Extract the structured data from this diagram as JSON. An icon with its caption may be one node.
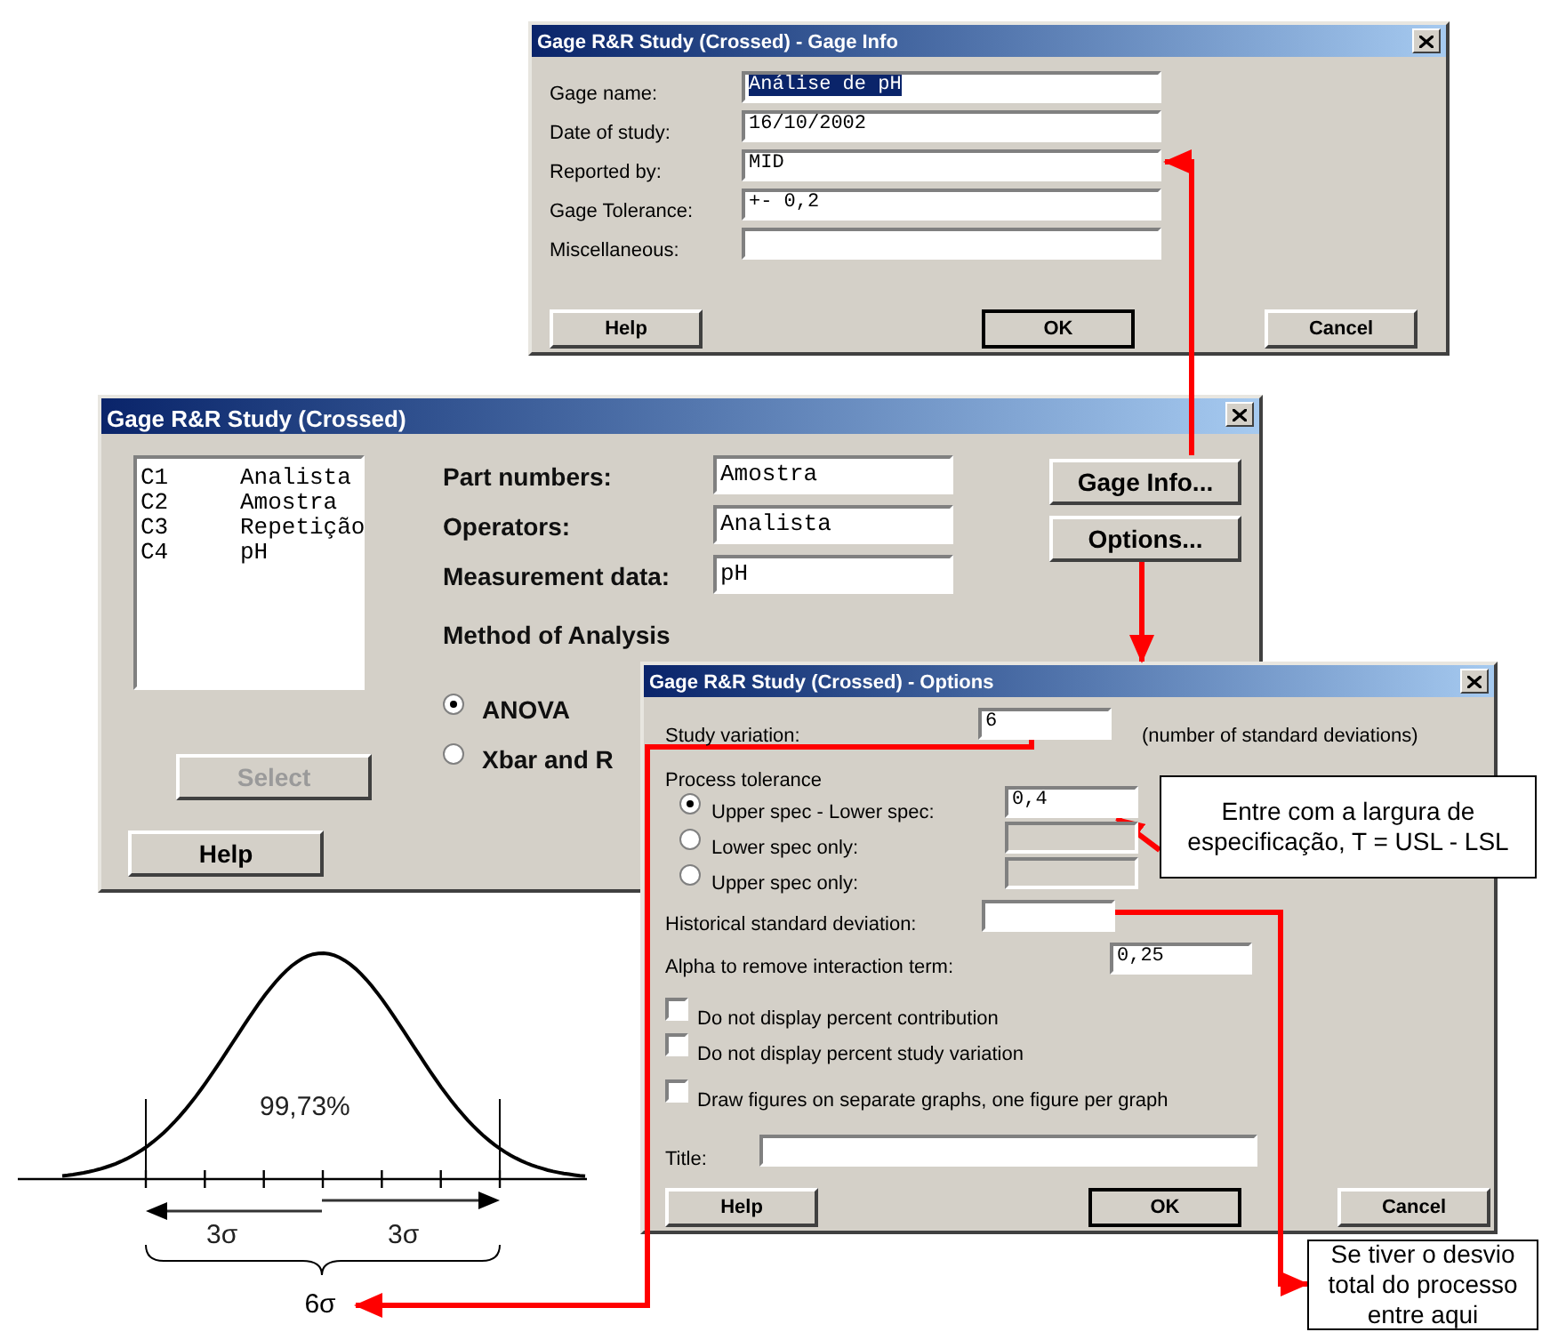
{
  "diagram": {
    "nodes": [
      {
        "text": [
          "Gage R&R Study (Crossed) - Gage Info",
          "Gage name:",
          "Date of study:",
          "Reported by:",
          "Gage Tolerance:",
          "Miscellaneous:"
        ]
      },
      {
        "text": [
          "Análise de pH"
        ],
        "in": 0
      },
      {
        "text": [
          "16/10/2002"
        ],
        "in": 0
      },
      {
        "text": [
          "MID"
        ],
        "in": 0
      },
      {
        "text": [
          "+- 0,2"
        ],
        "in": 0
      },
      {
        "text": [],
        "shape": "box",
        "in": 0
      },
      {
        "text": [
          "Help"
        ],
        "in": 0
      },
      {
        "text": [
          "OK"
        ],
        "in": 0
      },
      {
        "text": [
          "Cancel"
        ],
        "in": 0
      },
      {
        "text": [
          "Gage R&R Study (Crossed)",
          "Part numbers:",
          "Operators:",
          "Measurement data:",
          "Method of Analysis",
          "ANOVA",
          "Xbar and R"
        ]
      },
      {
        "text": [
          "C1",
          "Analista",
          "C2",
          "Amostra",
          "C3",
          "Repetição",
          "C4",
          "pH"
        ],
        "in": 9
      },
      {
        "text": [
          "Amostra"
        ],
        "in": 9
      },
      {
        "text": [
          "Analista"
        ],
        "in": 9
      },
      {
        "text": [
          "pH"
        ],
        "in": 9
      },
      {
        "text": [
          "Gage Info..."
        ],
        "in": 9
      },
      {
        "text": [
          "Options..."
        ],
        "in": 9
      },
      {
        "text": [
          "Select"
        ],
        "in": 9
      },
      {
        "text": [
          "Help"
        ],
        "in": 9
      },
      {
        "text": [
          "Gage R&R Study (Crossed) - Options",
          "Study variation:",
          "(number of standard deviations)",
          "Process tolerance",
          "Upper spec - Lower spec:",
          "Lower spec only:",
          "Upper spec only:",
          "Historical standard deviation:",
          "Alpha to remove interaction term:",
          "Do not display percent contribution",
          "Do not display percent study variation",
          "Draw figures on separate graphs, one figure per graph",
          "Title:"
        ]
      },
      {
        "text": [
          "6"
        ]
      },
      {
        "text": [
          "0,4"
        ]
      },
      {
        "text": [],
        "shape": "box"
      },
      {
        "text": [],
        "shape": "box"
      },
      {
        "text": [],
        "shape": "box",
        "in": 18
      },
      {
        "text": [
          "0,25"
        ],
        "in": 18
      },
      {
        "text": [],
        "shape": "box",
        "in": 18
      },
      {
        "text": [
          "Help"
        ],
        "in": 18
      },
      {
        "text": [
          "OK"
        ],
        "in": 18
      },
      {
        "text": [
          "Cancel"
        ],
        "in": 18
      },
      {
        "text": [
          "Entre com a largura de especificação, T = USL - LSL"
        ]
      },
      {
        "text": [
          "Se tiver o desvio total do processo entre aqui"
        ]
      },
      {
        "text": [
          "6σ"
        ]
      }
    ],
    "edges": [
      {
        "from": 14,
        "to": 3,
        "arrow": "to"
      },
      {
        "from": 15,
        "to": 18,
        "arrow": "to"
      },
      {
        "from": 29,
        "to": 20,
        "arrow": "to"
      },
      {
        "from": 19,
        "to": 31,
        "arrow": "to"
      },
      {
        "from": 23,
        "to": 30,
        "arrow": "to"
      }
    ],
    "labels": [
      "99,73%",
      "3σ",
      "3σ"
    ]
  }
}
